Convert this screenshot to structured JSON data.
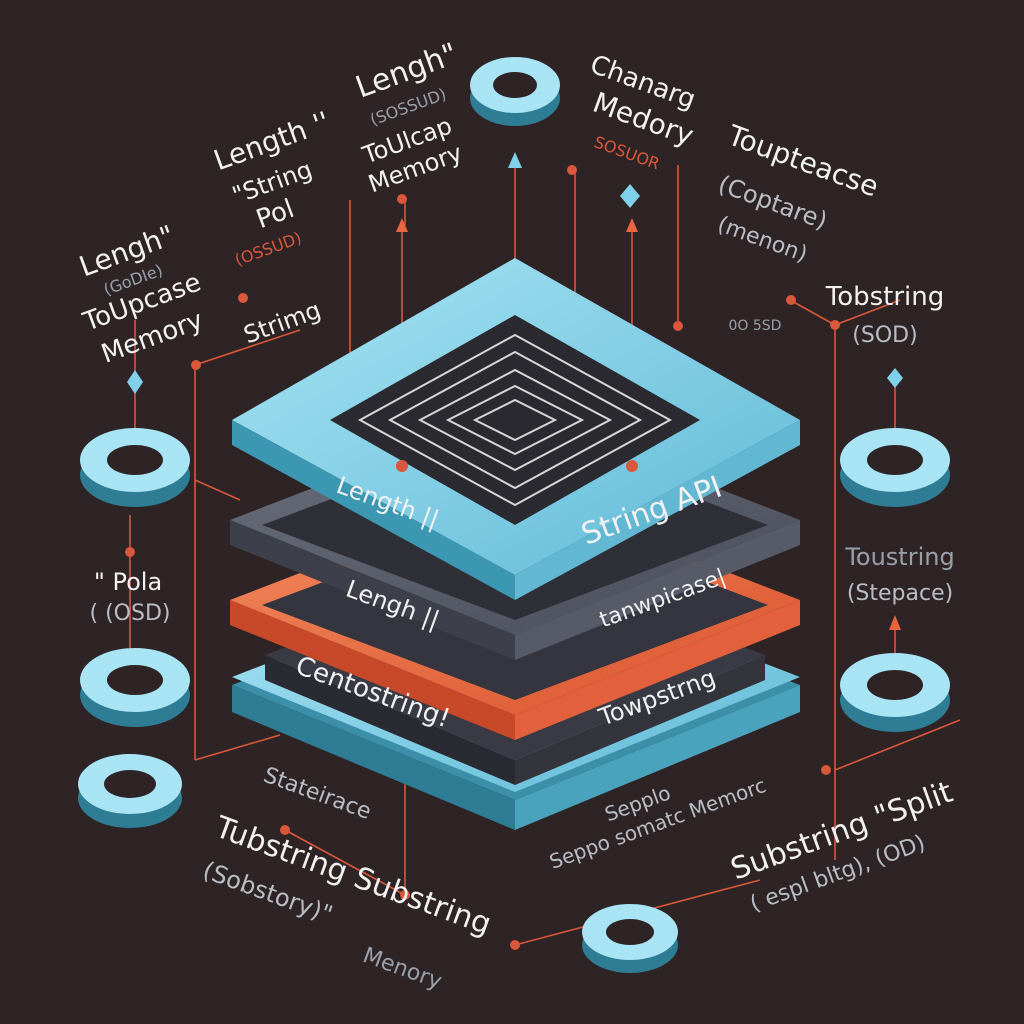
{
  "colors": {
    "background": "#2e2425",
    "accent_blue": "#7fd0e8",
    "accent_orange": "#ea6a3e",
    "layer_gray": "#5b5f6e",
    "connector": "#d9573a",
    "text": "#f2f2f2",
    "muted_text": "#9aa0aa"
  },
  "stack": {
    "top_label": "String API",
    "layer1_left": "Length ||",
    "layer2_left": "Lengh ||",
    "layer2_right": "tanwpicase|",
    "layer3_left": "Centostring!",
    "layer3_right": "Towpstrng"
  },
  "labels": {
    "top_left_a": "Lengh\"",
    "top_left_b": "Length ''",
    "top_left_c": "\"String",
    "top_left_d": "Pol",
    "top_left_e": "(OSSUD)",
    "top_center_a": "Lengh\"",
    "top_center_b": "(SOSSUD)",
    "top_center_c": "ToUlcap",
    "top_center_d": "Memory",
    "top_right_a": "Chanarg",
    "top_right_b": "Medory",
    "top_right_c": "SOSUOR",
    "top_right_d": "Toupteacse",
    "top_right_e": "(Coptare)",
    "top_right_f": "(menon)",
    "left_a": "(GoDIe)",
    "left_b": "ToUpcase",
    "left_c": "Memory",
    "left_d": "Strimg",
    "right_a": "Tobstring",
    "right_b": "(SOD)",
    "right_c": "0O 5SD",
    "left_mid_a": "\" Pola",
    "left_mid_b": "( (OSD)",
    "right_mid_a": "Toustring",
    "right_mid_b": "(Stepace)",
    "bottom_left_a": "Stateirace",
    "bottom_left_b": "Tubstring Substring",
    "bottom_left_c": "(Sobstory)\"",
    "bottom_left_d": "Menory",
    "bottom_center_a": "Sepplo",
    "bottom_center_b": "Seppo somatc Memorc",
    "bottom_right_a": "Substring \"Split",
    "bottom_right_b": "( espl bltg), (OD)"
  }
}
